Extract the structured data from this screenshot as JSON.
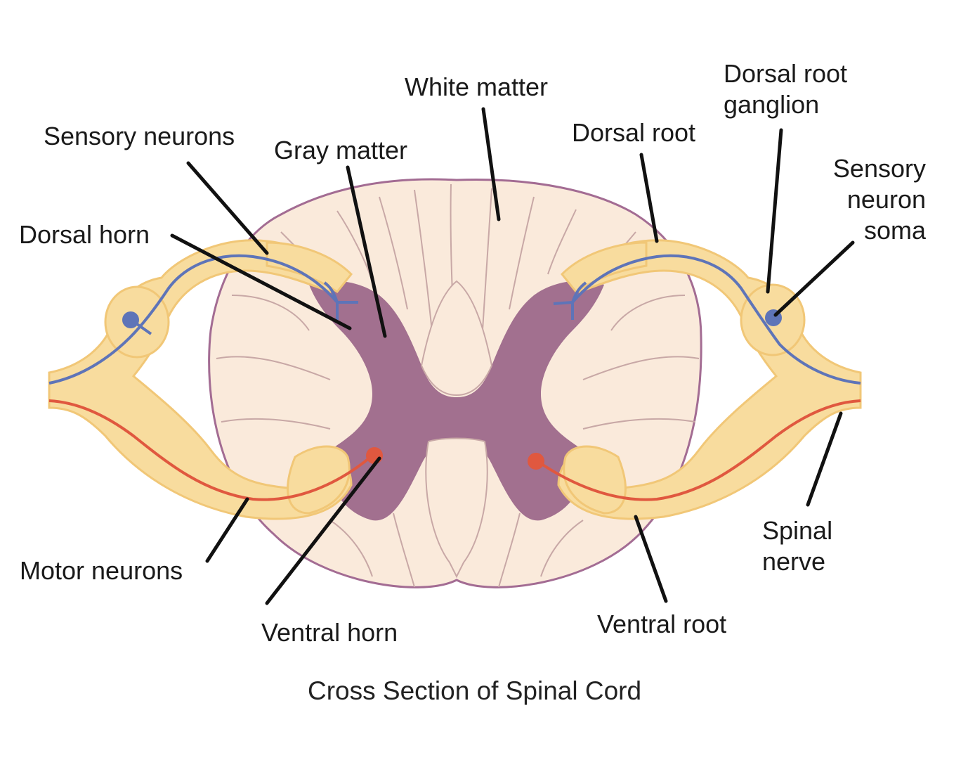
{
  "labels": {
    "white_matter": "White matter",
    "gray_matter": "Gray matter",
    "sensory_neurons": "Sensory neurons",
    "dorsal_horn": "Dorsal horn",
    "dorsal_root": "Dorsal root",
    "dorsal_root_ganglion": [
      "Dorsal root",
      "ganglion"
    ],
    "sensory_neuron_soma": [
      "Sensory",
      "neuron",
      "soma"
    ],
    "spinal_nerve": [
      "Spinal",
      "nerve"
    ],
    "ventral_root": "Ventral root",
    "ventral_horn": "Ventral horn",
    "motor_neurons": "Motor neurons"
  },
  "caption": "Cross Section of Spinal Cord",
  "colors": {
    "white_matter_fill": "#faeadb",
    "white_matter_outline": "#a36c93",
    "gray_matter": "#a2708f",
    "root_fill": "#f8dc9e",
    "root_edge": "#f1c777",
    "sensory_neuron": "#5e74b8",
    "motor_neuron": "#e0583f"
  }
}
